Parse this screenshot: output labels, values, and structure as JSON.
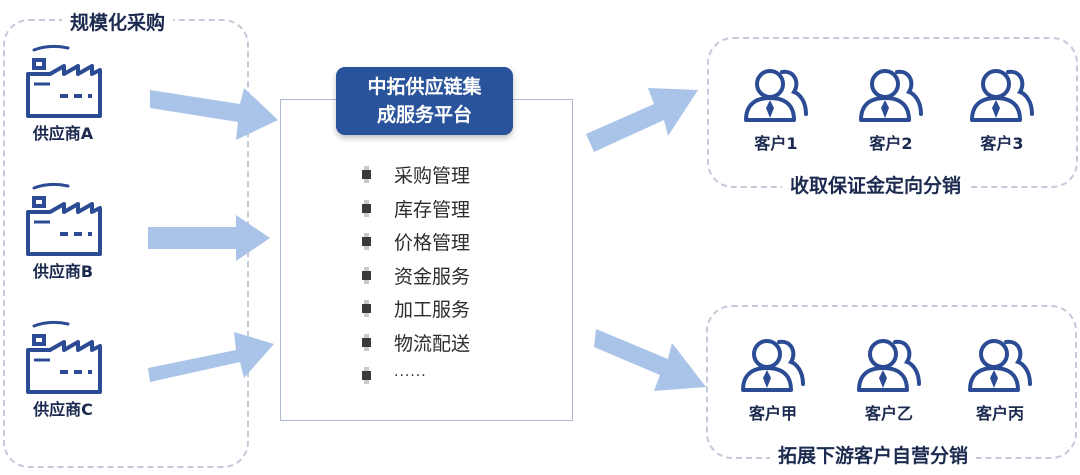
{
  "procurement": {
    "title": "规模化采购",
    "suppliers": [
      {
        "label": "供应商A"
      },
      {
        "label": "供应商B"
      },
      {
        "label": "供应商C"
      }
    ]
  },
  "platform": {
    "title_line1": "中拓供应链集",
    "title_line2": "成服务平台",
    "services": [
      "采购管理",
      "库存管理",
      "价格管理",
      "资金服务",
      "加工服务",
      "物流配送",
      "······"
    ]
  },
  "distribution_top": {
    "title": "收取保证金定向分销",
    "customers": [
      {
        "label": "客户1"
      },
      {
        "label": "客户2"
      },
      {
        "label": "客户3"
      }
    ]
  },
  "distribution_bottom": {
    "title": "拓展下游客户自营分销",
    "customers": [
      {
        "label": "客户甲"
      },
      {
        "label": "客户乙"
      },
      {
        "label": "客户丙"
      }
    ]
  },
  "colors": {
    "accent": "#29539a",
    "icon": "#2b4c94",
    "arrow": "#a9c4e8",
    "dash": "#c3cbdb",
    "text": "#1b2a4e"
  }
}
